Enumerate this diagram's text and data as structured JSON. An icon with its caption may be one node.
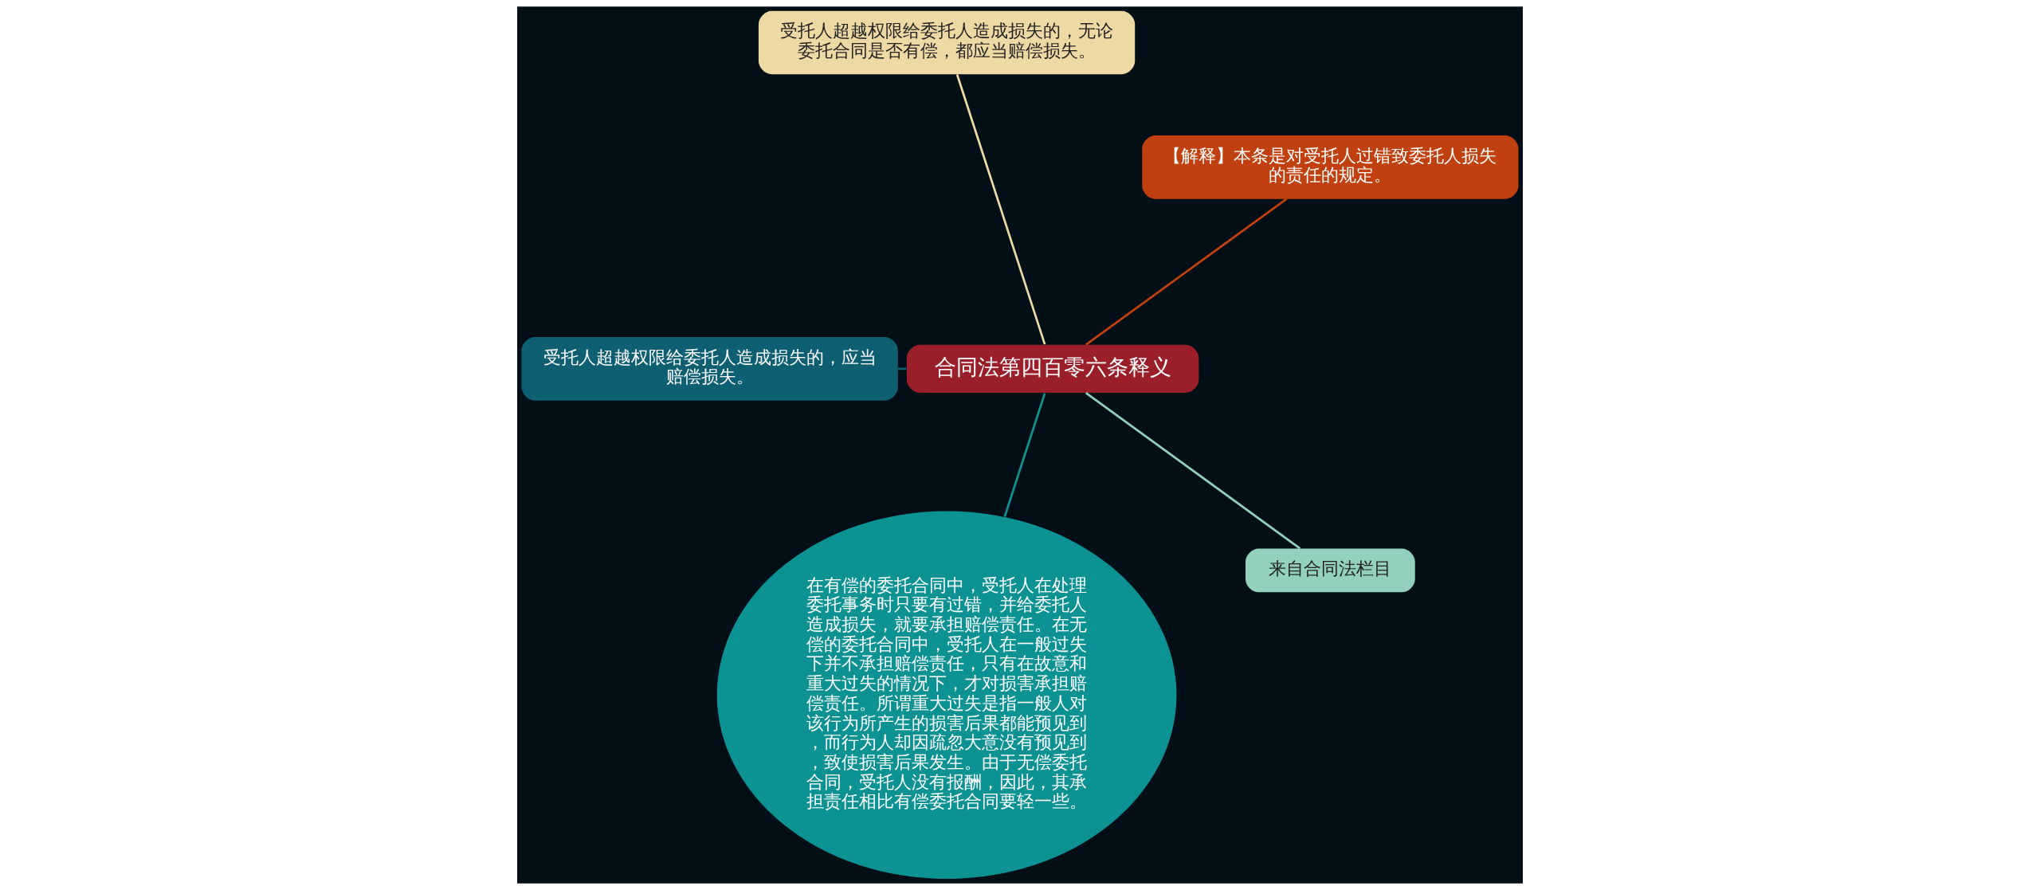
{
  "diagram": {
    "nodes": [
      {
        "text": [
          "合同法第四百零六条释义"
        ]
      },
      {
        "text": [
          "【解释】本条是对受托人过错致委托人损失的责任的规定。"
        ]
      },
      {
        "text": [
          "受托人超越权限给委托人造成损失的，无论委托合同是否有偿，都应当赔偿损失。"
        ]
      },
      {
        "text": [
          "受托人超越权限给委托人造成损失的，应当赔偿损失。"
        ]
      },
      {
        "text": [
          "在有偿的委托合同中，受托人在处理委托事务时只要有过错，并给委托人造成损失，就要承担赔偿责任。在无偿的委托合同中，受托人在一般过失下并不承担赔偿责任，只有在故意和重大过失的情况下，才对损害承担赔偿责任。所谓重大过失是指一般人对该行为所产生的损害后果都能预见到，而行为人却因疏忽大意没有预见到，致使损害后果发生。由于无偿委托合同，受托人没有报酬，因此，其承担责任相比有偿委托合同要轻一些。"
        ]
      },
      {
        "text": [
          "来自合同法栏目"
        ]
      }
    ],
    "edges": [
      {
        "from": 0,
        "to": 1,
        "arrow": "none",
        "color": "#c0410f"
      },
      {
        "from": 0,
        "to": 2,
        "arrow": "none",
        "color": "#ecd9a4"
      },
      {
        "from": 0,
        "to": 3,
        "arrow": "none",
        "color": "#0f5f73"
      },
      {
        "from": 0,
        "to": 4,
        "arrow": "none",
        "color": "#0d9294"
      },
      {
        "from": 0,
        "to": 5,
        "arrow": "none",
        "color": "#93d0bd"
      }
    ]
  }
}
